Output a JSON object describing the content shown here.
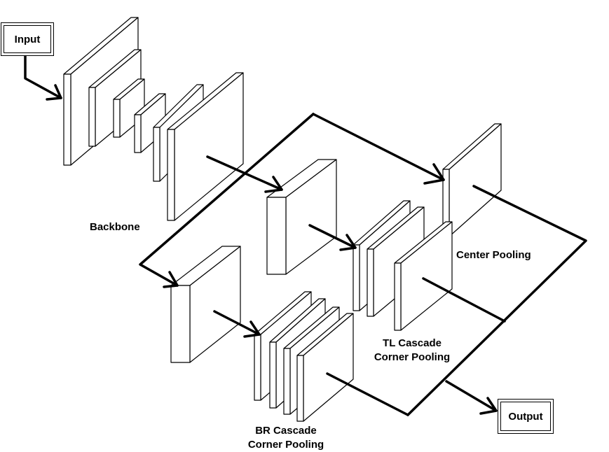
{
  "input_label": "Input",
  "output_label": "Output",
  "backbone_label": "Backbone",
  "center_pooling_label": "Center Pooling",
  "tl_label_line1": "TL Cascade",
  "tl_label_line2": "Corner Pooling",
  "br_label_line1": "BR Cascade",
  "br_label_line2": "Corner Pooling"
}
